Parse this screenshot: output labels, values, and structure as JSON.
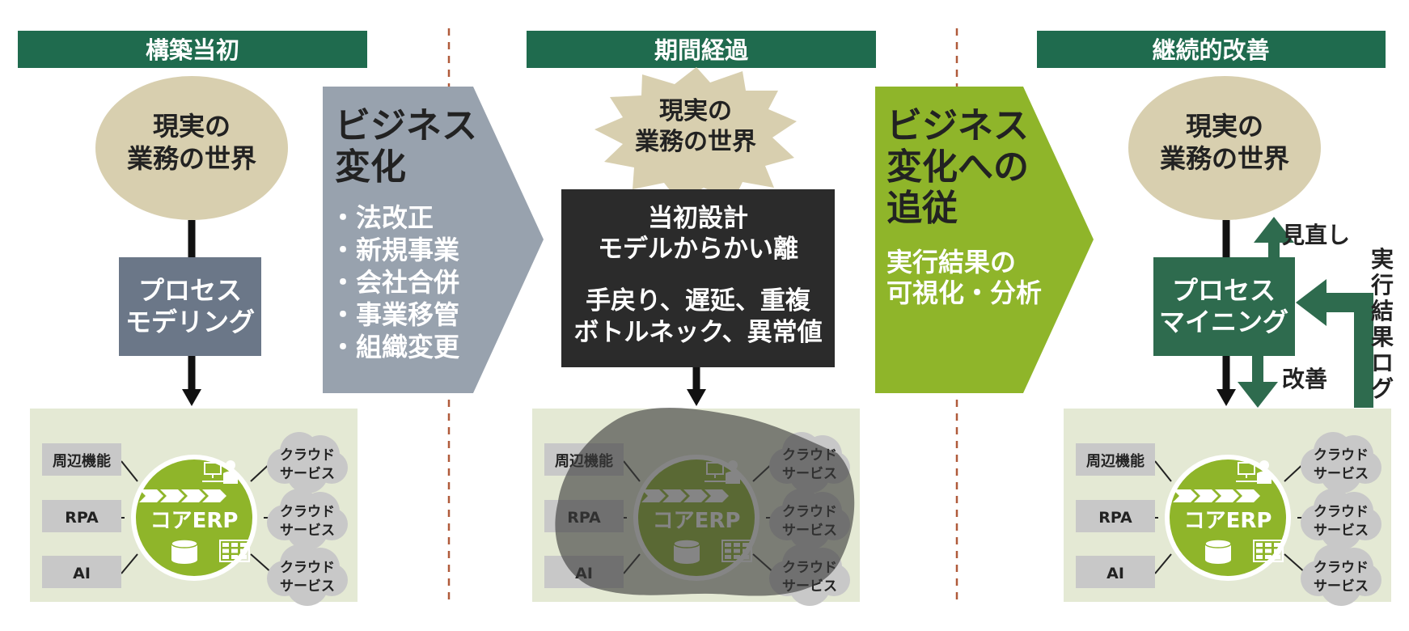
{
  "headers": [
    "構築当初",
    "期間経過",
    "継続的改善"
  ],
  "real_world": {
    "line1": "現実の",
    "line2": "業務の世界"
  },
  "process_modeling": {
    "line1": "プロセス",
    "line2": "モデリング"
  },
  "business_change": {
    "title_line1": "ビジネス",
    "title_line2": "変化",
    "items": [
      "・法改正",
      "・新規事業",
      "・会社合併",
      "・事業移管",
      "・組織変更"
    ]
  },
  "deviation_box": {
    "line1": "当初設計",
    "line2": "モデルからかい離",
    "line3": "手戻り、遅延、重複",
    "line4": "ボトルネック、異常値"
  },
  "follow_change": {
    "title_line1": "ビジネス",
    "title_line2": "変化への",
    "title_line3": "追従",
    "sub_line1": "実行結果の",
    "sub_line2": "可視化・分析"
  },
  "process_mining": {
    "line1": "プロセス",
    "line2": "マイニング"
  },
  "mining_labels": {
    "review": "見直し",
    "improve": "改善",
    "exec_log": [
      "実",
      "行",
      "結",
      "果",
      "ロ",
      "グ"
    ]
  },
  "system": {
    "left_boxes": [
      "周辺機能",
      "RPA",
      "AI"
    ],
    "core": "コアERP",
    "cloud_line1": "クラウド",
    "cloud_line2": "サービス"
  },
  "colors": {
    "header_green": "#1f6b4e",
    "ellipse": "#d8cfaf",
    "slate": "#6b7788",
    "change_gray": "#98a2ae",
    "lime": "#8fb52a",
    "dark_box": "#2b2b2b",
    "dark_green": "#2e6b4e",
    "panel_bg": "#e4e9d4",
    "separator": "#b05a3a"
  }
}
